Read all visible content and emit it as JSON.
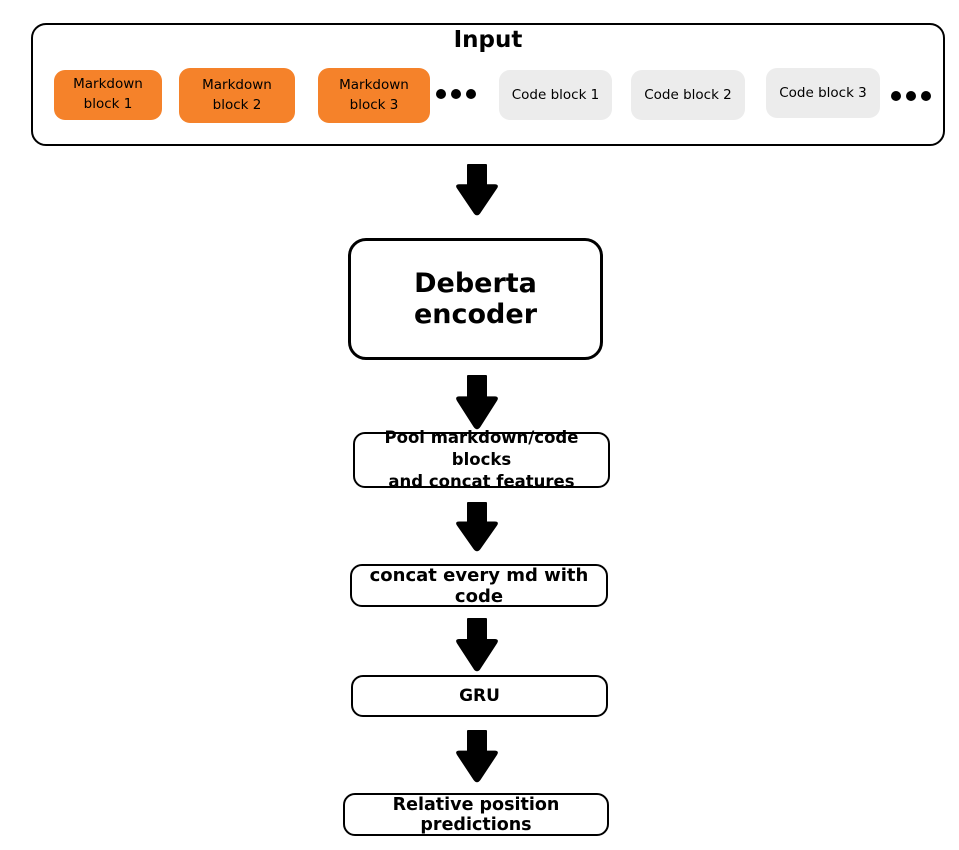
{
  "input_box": {
    "title": "Input",
    "markdown_blocks": [
      {
        "label": "Markdown\nblock 1"
      },
      {
        "label": "Markdown\nblock 2"
      },
      {
        "label": "Markdown\nblock 3"
      }
    ],
    "code_blocks": [
      {
        "label": "Code block 1"
      },
      {
        "label": "Code block 2"
      },
      {
        "label": "Code block 3"
      }
    ],
    "ellipsis_icon": "three-dots"
  },
  "nodes": {
    "deberta": "Deberta encoder",
    "pool": "Pool markdown/code blocks\nand concat features",
    "concat": "concat every md with code",
    "gru": "GRU",
    "relpos": "Relative position predictions"
  },
  "colors": {
    "markdown_block": "#F5822A",
    "code_block": "#ECECEC",
    "outline": "#000000",
    "background": "#FFFFFF"
  }
}
